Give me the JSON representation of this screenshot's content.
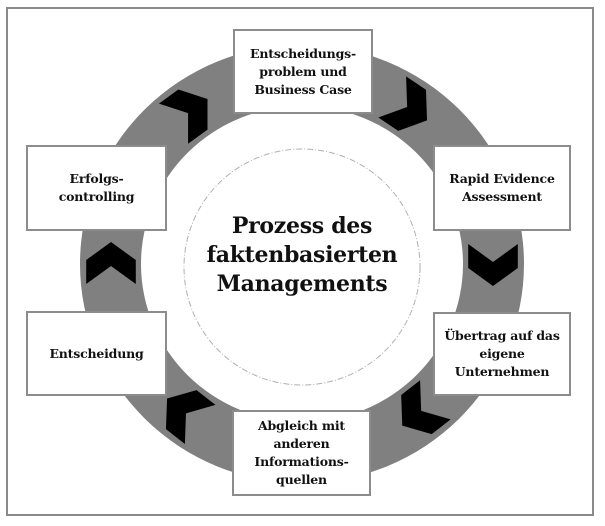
{
  "diagram": {
    "title": "Prozess des\nfaktenbasierten\nManagements",
    "steps": [
      {
        "id": "step-1",
        "label": "Entscheidungs-\nproblem und\nBusiness Case"
      },
      {
        "id": "step-2",
        "label": "Rapid Evidence\nAssessment"
      },
      {
        "id": "step-3",
        "label": "Übertrag auf das\neigene\nUnternehmen"
      },
      {
        "id": "step-4",
        "label": "Abgleich mit\nanderen\nInformations-\nquellen"
      },
      {
        "id": "step-5",
        "label": "Entscheidung"
      },
      {
        "id": "step-6",
        "label": "Erfolgs-\ncontrolling"
      }
    ],
    "flow_direction": "clockwise",
    "colors": {
      "ring": "#808080",
      "chevron": "#000000",
      "box_border": "#8c8c8c",
      "frame_border": "#8a8a8a",
      "inner_circle": "#b0b0b0"
    }
  }
}
